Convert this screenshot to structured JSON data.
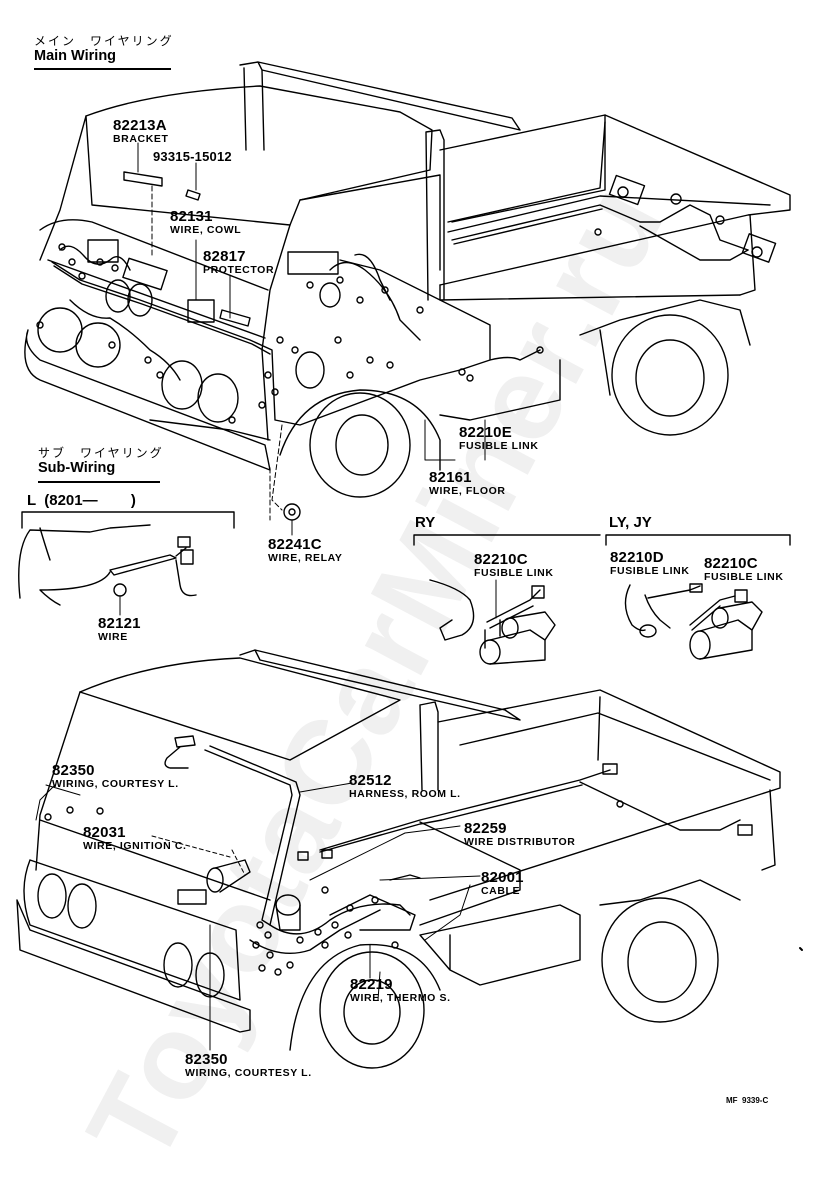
{
  "watermark": "ToyotaCarMiner.ru",
  "sections": {
    "main": {
      "title_jp": "メイン　ワイヤリング",
      "title": "Main Wiring"
    },
    "sub": {
      "title_jp": "サブ　ワイヤリング",
      "title": "Sub-Wiring"
    }
  },
  "variants": {
    "l": "L  (8201—        )",
    "ry": "RY",
    "ly_jy": "LY, JY"
  },
  "parts": [
    {
      "number": "82213A",
      "name": "BRACKET"
    },
    {
      "number": "93315-15012",
      "name": ""
    },
    {
      "number": "82131",
      "name": "WIRE, COWL"
    },
    {
      "number": "82817",
      "name": "PROTECTOR"
    },
    {
      "number": "82210E",
      "name": "FUSIBLE LINK"
    },
    {
      "number": "82161",
      "name": "WIRE, FLOOR"
    },
    {
      "number": "82241C",
      "name": "WIRE, RELAY"
    },
    {
      "number": "82121",
      "name": "WIRE"
    },
    {
      "number": "82210C",
      "name": "FUSIBLE LINK"
    },
    {
      "number": "82210D",
      "name": "FUSIBLE LINK"
    },
    {
      "number": "82210C",
      "name": "FUSIBLE LINK"
    },
    {
      "number": "82350",
      "name": "WIRING, COURTESY L."
    },
    {
      "number": "82512",
      "name": "HARNESS, ROOM L."
    },
    {
      "number": "82031",
      "name": "WIRE, IGNITION C."
    },
    {
      "number": "82259",
      "name": "WIRE DISTRIBUTOR"
    },
    {
      "number": "82001",
      "name": "CABLE"
    },
    {
      "number": "82219",
      "name": "WIRE, THERMO S."
    },
    {
      "number": "82350",
      "name": "WIRING, COURTESY L."
    }
  ],
  "figure_code": "MF  9339-C"
}
